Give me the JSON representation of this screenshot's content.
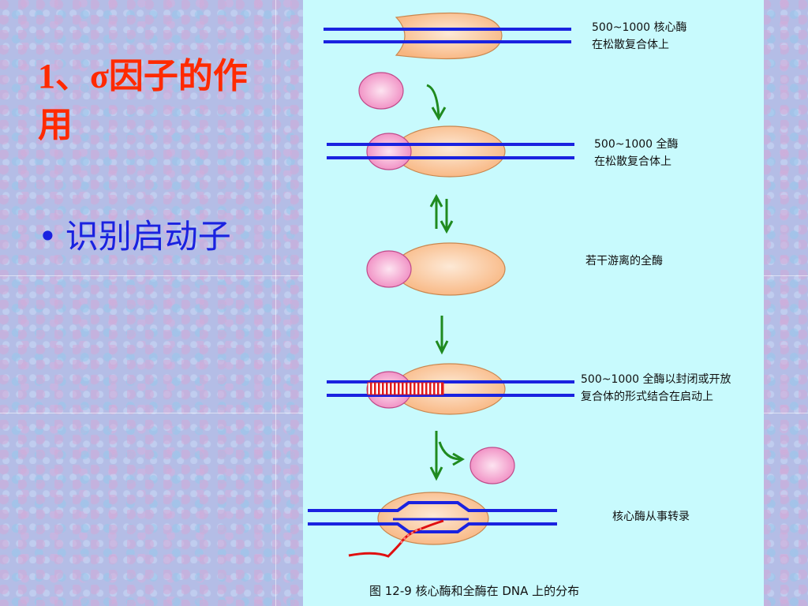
{
  "slide": {
    "title": "1、σ因子的作用",
    "bullet": "识别启动子"
  },
  "figure": {
    "stages": [
      {
        "label_line1": "500~1000 核心酶",
        "label_line2": "在松散复合体上"
      },
      {
        "label_line1": "500~1000  全酶",
        "label_line2": "在松散复合体上"
      },
      {
        "label_line1": "若干游离的全酶",
        "label_line2": ""
      },
      {
        "label_line1": "500~1000  全酶以封闭或开放",
        "label_line2": "复合体的形式结合在启动上"
      },
      {
        "label_line1": "核心酶从事转录",
        "label_line2": ""
      }
    ],
    "caption": "图 12-9  核心酶和全酶在 DNA 上的分布"
  },
  "colors": {
    "title": "#ff2a00",
    "bullet": "#1a22e0",
    "panel": "#c8fafd",
    "dna": "#1a22e0",
    "core_enzyme": "#fbc89a",
    "sigma_factor": "#f6a9d2",
    "arrow": "#1f8a1f",
    "rna": "#e01010"
  }
}
